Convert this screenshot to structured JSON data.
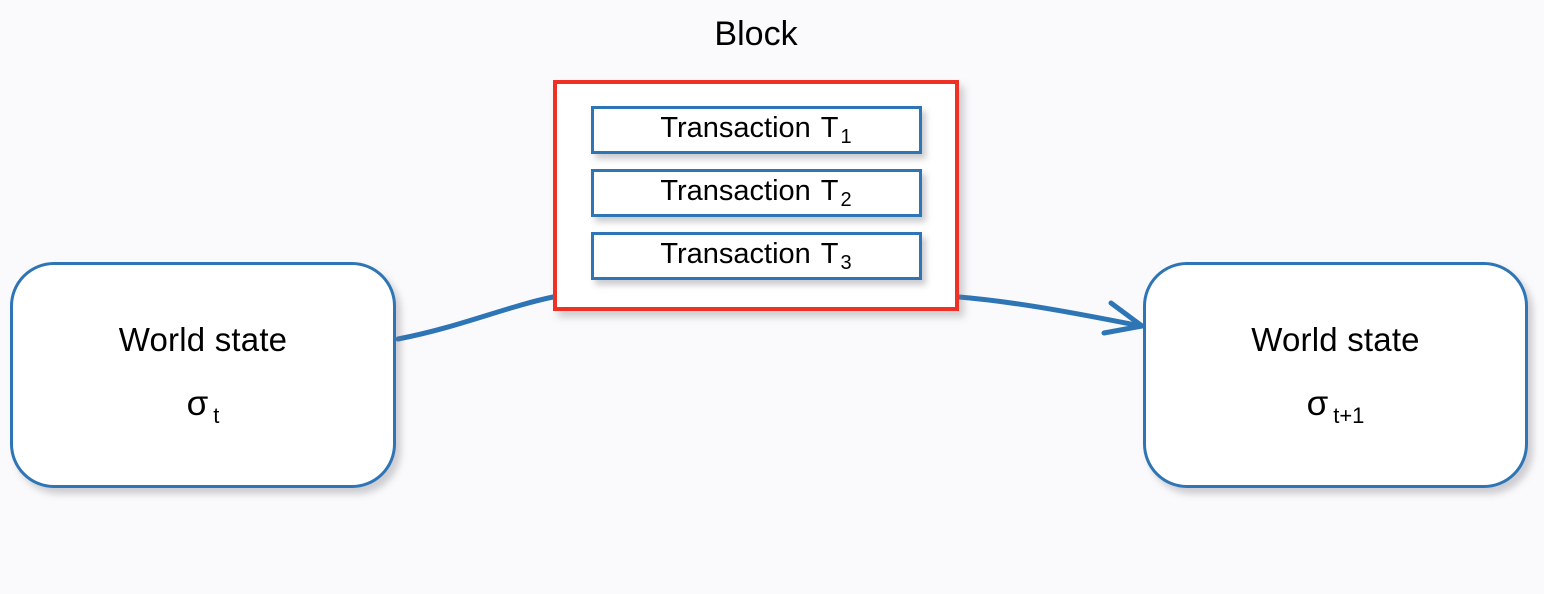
{
  "diagram": {
    "background_color": "#fafafc",
    "accent_blue": "#2E75B6",
    "accent_red": "#EE3124",
    "block": {
      "title": "Block",
      "transactions": [
        {
          "label": "Transaction",
          "symbol": "T",
          "subscript": "1"
        },
        {
          "label": "Transaction",
          "symbol": "T",
          "subscript": "2"
        },
        {
          "label": "Transaction",
          "symbol": "T",
          "subscript": "3"
        }
      ]
    },
    "states": {
      "left": {
        "title": "World state",
        "symbol": "σ",
        "subscript": "t"
      },
      "right": {
        "title": "World state",
        "symbol": "σ",
        "subscript": "t+1"
      }
    },
    "connectors": [
      {
        "name": "state-to-block",
        "arrowhead": false
      },
      {
        "name": "block-to-state",
        "arrowhead": true
      }
    ]
  }
}
